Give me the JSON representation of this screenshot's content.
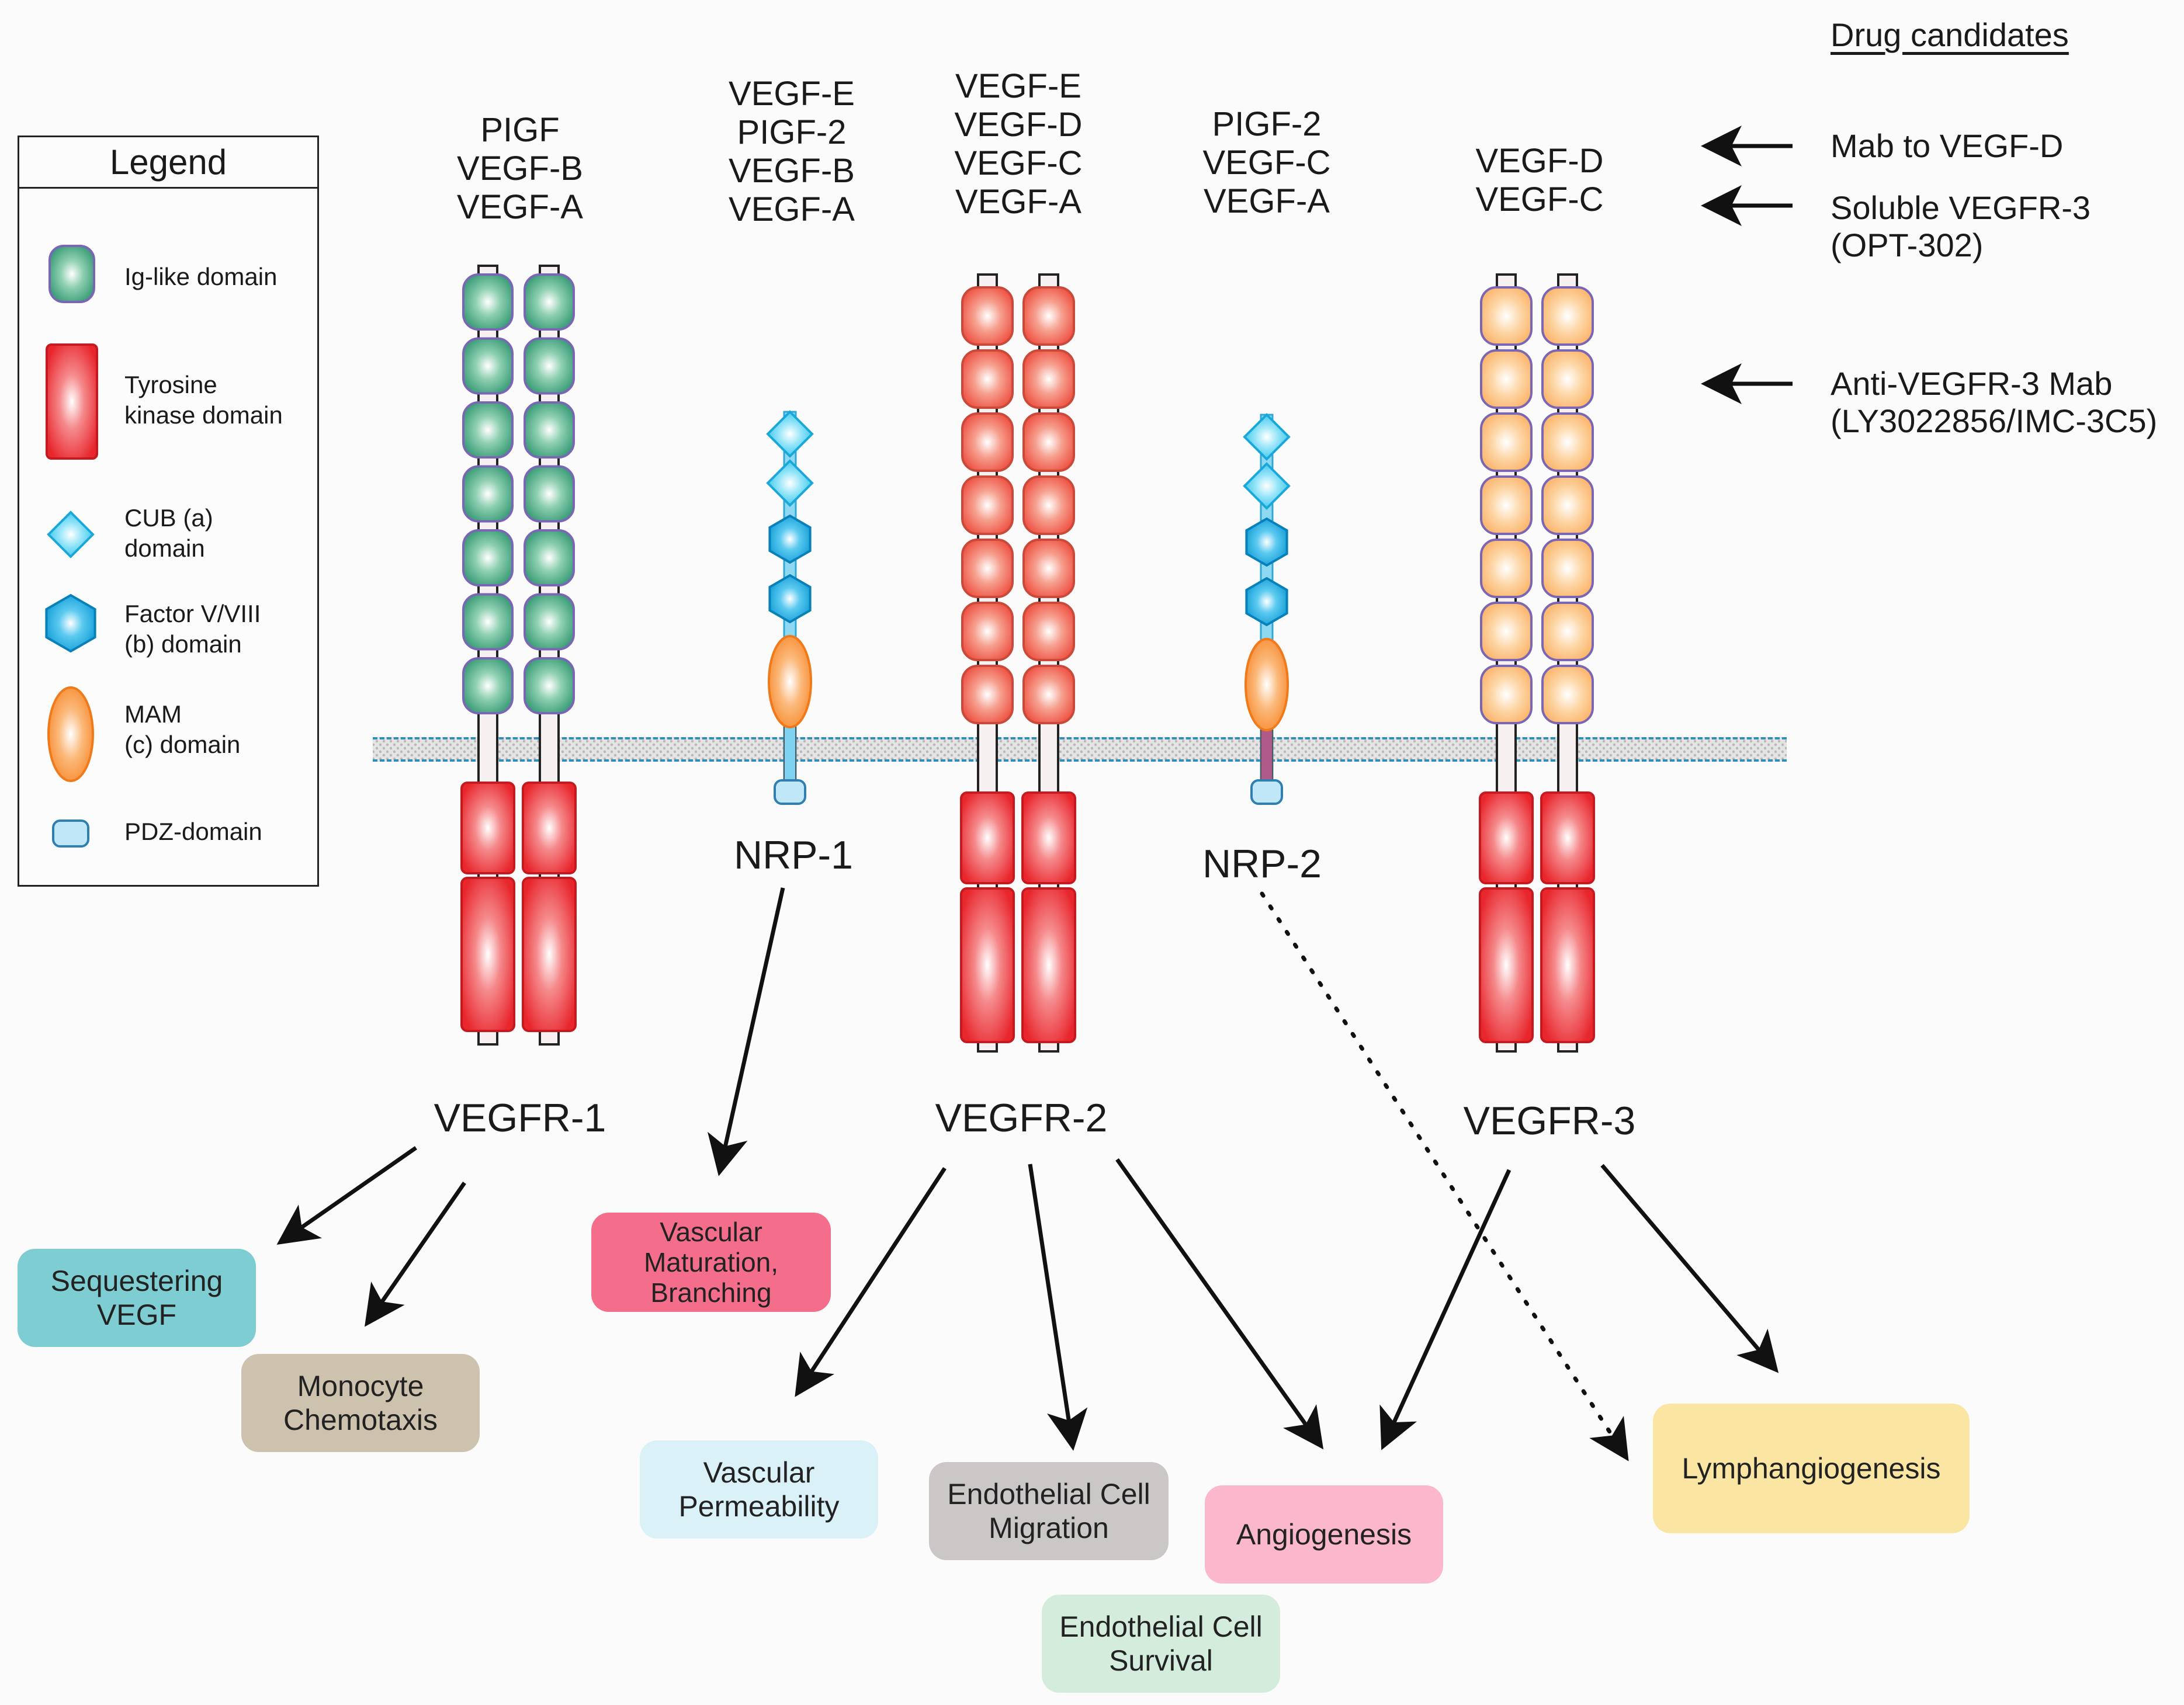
{
  "legend": {
    "title": "Legend",
    "items": [
      {
        "label": "Ig-like domain",
        "icon": "ig-like-domain-icon",
        "color": "#3f9f7a"
      },
      {
        "label": "Tyrosine\nkinase domain",
        "icon": "tyrosine-kinase-domain-icon",
        "color": "#e8262c"
      },
      {
        "label": "CUB (a)\ndomain",
        "icon": "cub-domain-icon",
        "color": "#2fc6ee"
      },
      {
        "label": "Factor V/VIII\n(b) domain",
        "icon": "factor-v-viii-domain-icon",
        "color": "#0fa0d8"
      },
      {
        "label": "MAM\n(c) domain",
        "icon": "mam-domain-icon",
        "color": "#f7922d"
      },
      {
        "label": "PDZ-domain",
        "icon": "pdz-domain-icon",
        "color": "#bfe7f7"
      }
    ]
  },
  "drugs": {
    "title": "Drug candidates",
    "items": [
      {
        "label": "Mab to VEGF-D"
      },
      {
        "label": "Soluble VEGFR-3\n(OPT-302)"
      },
      {
        "label": "Anti-VEGFR-3 Mab\n(LY3022856/IMC-3C5)"
      }
    ]
  },
  "receptors": [
    {
      "name": "VEGFR-1",
      "ligands": "PIGF\nVEGF-B\nVEGF-A",
      "domain_color": "#3f9f7a"
    },
    {
      "name": "NRP-1",
      "ligands": "VEGF-E\nPIGF-2\nVEGF-B\nVEGF-A"
    },
    {
      "name": "VEGFR-2",
      "ligands": "VEGF-E\nVEGF-D\nVEGF-C\nVEGF-A",
      "domain_color": "#f0584a"
    },
    {
      "name": "NRP-2",
      "ligands": "PIGF-2\nVEGF-C\nVEGF-A"
    },
    {
      "name": "VEGFR-3",
      "ligands": "VEGF-D\nVEGF-C",
      "domain_color": "#fdc27e"
    }
  ],
  "outcomes": [
    {
      "label": "Sequestering\nVEGF",
      "color": "#7ecdd2"
    },
    {
      "label": "Monocyte\nChemotaxis",
      "color": "#cdc2ae"
    },
    {
      "label": "Vascular\nMaturation,\nBranching",
      "color": "#f46e8c"
    },
    {
      "label": "Vascular\nPermeability",
      "color": "#d9f1f7"
    },
    {
      "label": "Endothelial Cell\nMigration",
      "color": "#cbc7c7"
    },
    {
      "label": "Endothelial Cell\nSurvival",
      "color": "#d3ecdc"
    },
    {
      "label": "Angiogenesis",
      "color": "#fbb7cb"
    },
    {
      "label": "Lymphangiogenesis",
      "color": "#fbe5a3"
    }
  ]
}
